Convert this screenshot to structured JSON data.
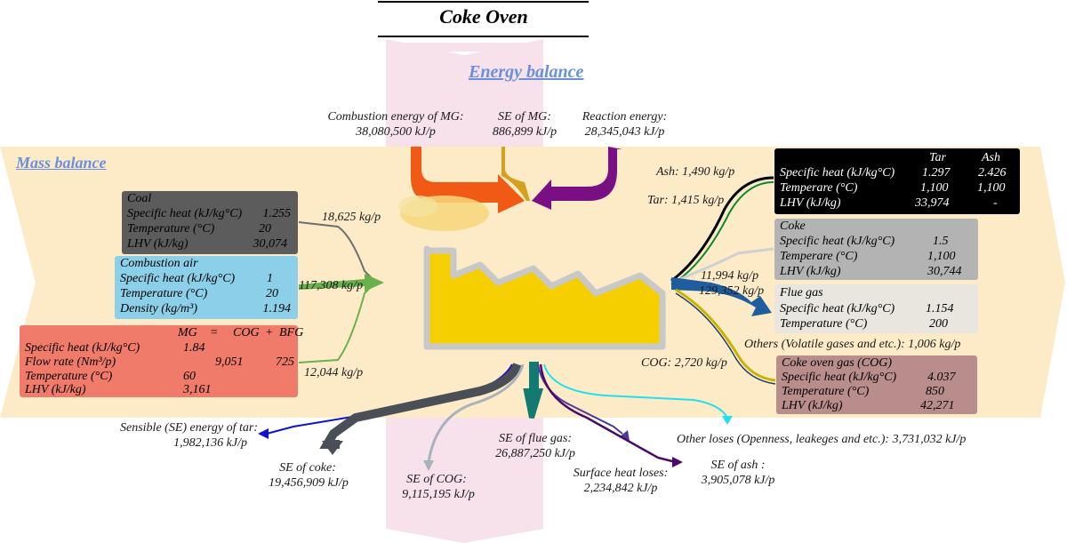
{
  "title": "Coke Oven",
  "energy_balance_label": "Energy balance",
  "mass_balance_label": "Mass balance",
  "energy_inputs": {
    "combustion": {
      "label": "Combustion energy of MG:",
      "value": "38,080,500 kJ/p"
    },
    "se_mg": {
      "label": "SE of MG:",
      "value": "886,899 kJ/p"
    },
    "reaction": {
      "label": "Reaction energy:",
      "value": "28,345,043 kJ/p"
    }
  },
  "coal": {
    "title": "Coal",
    "rows": [
      {
        "label": "Specific heat  (kJ/kg°C)",
        "value": "1.255"
      },
      {
        "label": "Temperature (°C)",
        "value": "20"
      },
      {
        "label": "LHV (kJ/kg)",
        "value": "30,074"
      }
    ],
    "color": "#5c5c5c"
  },
  "air": {
    "title": "Combustion air",
    "rows": [
      {
        "label": "Specific heat  (kJ/kg°C)",
        "value": "1"
      },
      {
        "label": "Temperature (°C)",
        "value": "20"
      },
      {
        "label": "Density (kg/m³)",
        "value": "1.194"
      }
    ],
    "color": "#8ccfe8"
  },
  "mg": {
    "header": {
      "mg": "MG",
      "eq": "=",
      "cog": "COG",
      "plus": "+",
      "bfg": "BFG"
    },
    "rows": [
      {
        "label": "Specific heat  (kJ/kg°C)",
        "mg": "1.84",
        "cog": "",
        "bfg": ""
      },
      {
        "label": "Flow rate (Nm³/p)",
        "mg": "",
        "cog": "9,051",
        "bfg": "725"
      },
      {
        "label": "Temperature (°C)",
        "mg": "60",
        "cog": "",
        "bfg": ""
      },
      {
        "label": "LHV (kJ/kg)",
        "mg": "3,161",
        "cog": "",
        "bfg": ""
      }
    ],
    "color": "#f07b6a"
  },
  "mass_inputs": {
    "coal_flow": "18,625 kg/p",
    "air_flow": "117,308 kg/p",
    "mg_flow": "12,044 kg/p"
  },
  "tar_ash": {
    "col_tar": "Tar",
    "col_ash": "Ash",
    "rows": [
      {
        "label": "Specific heat  (kJ/kg°C)",
        "tar": "1.297",
        "ash": "2.426"
      },
      {
        "label": "Temperare (°C)",
        "tar": "1,100",
        "ash": "1,100"
      },
      {
        "label": "LHV (kJ/kg)",
        "tar": "33,974",
        "ash": "-"
      }
    ],
    "color": "#000000"
  },
  "coke": {
    "title": "Coke",
    "rows": [
      {
        "label": "Specific heat  (kJ/kg°C)",
        "value": "1.5"
      },
      {
        "label": "Temperare (°C)",
        "value": "1,100"
      },
      {
        "label": "LHV (kJ/kg)",
        "value": "30,744"
      }
    ],
    "color": "#b3b3b3"
  },
  "flue_gas": {
    "title": "Flue gas",
    "rows": [
      {
        "label": "Specific heat  (kJ/kg°C)",
        "value": "1.154"
      },
      {
        "label": "Temperature (°C)",
        "value": "200"
      }
    ],
    "color": "#e8e6df"
  },
  "cog_box": {
    "title": "Coke oven gas (COG)",
    "rows": [
      {
        "label": "Specific heat  (kJ/kg°C)",
        "value": "4.037"
      },
      {
        "label": "Temperature  (°C)",
        "value": "850"
      },
      {
        "label": "LHV (kJ/kg)",
        "value": "42,271"
      }
    ],
    "color": "#b98d8b"
  },
  "mass_outputs": {
    "ash": "Ash: 1,490 kg/p",
    "tar": "Tar: 1,415 kg/p",
    "coke": "11,994 kg/p",
    "flue": "129,352 kg/p",
    "others": "Others (Volatile gases and etc.): 1,006 kg/p",
    "cog": "COG: 2,720 kg/p"
  },
  "energy_outputs": {
    "se_tar": {
      "label": "Sensible (SE) energy of tar:",
      "value": "1,982,136 kJ/p"
    },
    "se_coke": {
      "label": "SE of coke:",
      "value": "19,456,909 kJ/p"
    },
    "se_cog": {
      "label": "SE of COG:",
      "value": "9,115,195 kJ/p"
    },
    "se_flue": {
      "label": "SE of flue gas:",
      "value": "26,887,250 kJ/p"
    },
    "surface": {
      "label": "Surface heat loses:",
      "value": "2,234,842 kJ/p"
    },
    "se_ash": {
      "label": "SE of ash :",
      "value": "3,905,078 kJ/p"
    },
    "other": {
      "label": "Other loses (Openness, leakeges and etc.): 3,731,032 kJ/p"
    }
  },
  "colors": {
    "mass_band": "#fdebc8",
    "energy_band": "#f7e1ea",
    "oven_fill": "#f5cf00",
    "oven_border": "#c8c8c8",
    "combustion_arrow": "#f05a14",
    "se_mg_arrow": "#d4a020",
    "reaction_arrow": "#7a0f84",
    "air_arrow": "#6ab04c"
  }
}
